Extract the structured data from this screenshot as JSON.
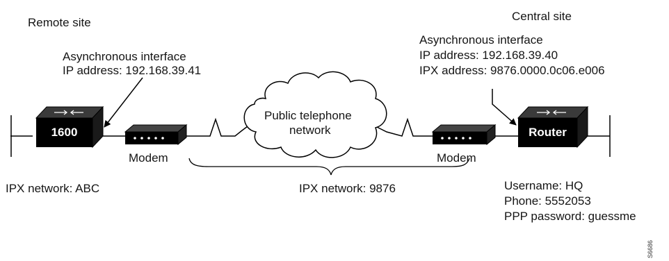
{
  "remote": {
    "site_label": "Remote site",
    "interface_title": "Asynchronous interface",
    "ip_address": "IP address:  192.168.39.41",
    "device_label": "1600",
    "modem_label": "Modem",
    "ipx_network": "IPX network: ABC"
  },
  "central": {
    "site_label": "Central site",
    "interface_title": "Asynchronous interface",
    "ip_address": "IP address:  192.168.39.40",
    "ipx_address": "IPX address: 9876.0000.0c06.e006",
    "device_label": "Router",
    "modem_label": "Modem",
    "username": "Username:  HQ",
    "phone": "Phone:  5552053",
    "ppp_password": "PPP password:  guessme"
  },
  "cloud": {
    "line1": "Public telephone",
    "line2": "network"
  },
  "wan": {
    "ipx_network": "IPX network: 9876"
  },
  "figure_number": "S6686",
  "icons": {
    "router": "router-icon",
    "modem": "modem-icon",
    "cloud": "cloud-icon"
  },
  "colors": {
    "device": "#000000",
    "line": "#000000",
    "background": "#ffffff"
  }
}
